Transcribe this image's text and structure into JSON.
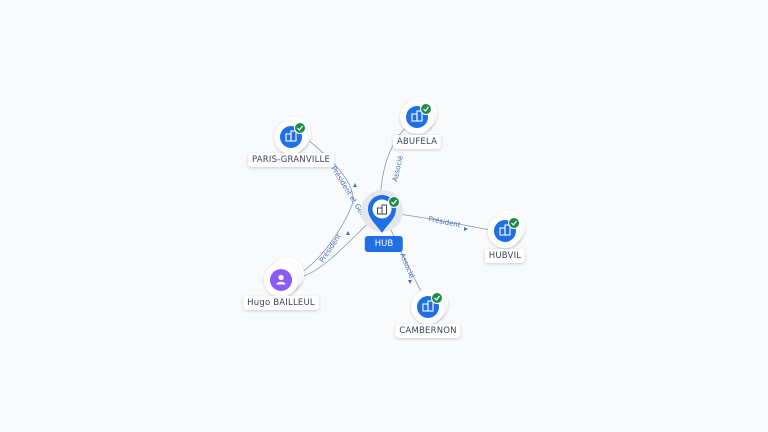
{
  "hub": {
    "label": "HUB"
  },
  "nodes": [
    {
      "id": "paris",
      "label": "PARIS-GRANVILLE",
      "type": "company",
      "verified": true
    },
    {
      "id": "abufela",
      "label": "ABUFELA",
      "type": "company",
      "verified": true
    },
    {
      "id": "hubvil",
      "label": "HUBVIL",
      "type": "company",
      "verified": true
    },
    {
      "id": "cambernon",
      "label": "CAMBERNON",
      "type": "company",
      "verified": true
    },
    {
      "id": "hugo",
      "label": "Hugo BAILLEUL",
      "type": "person",
      "verified": false
    }
  ],
  "edges": [
    {
      "from": "hugo",
      "to": "paris",
      "label": "Président et Gérant"
    },
    {
      "from": "hugo",
      "to": "hub",
      "label": "Président"
    },
    {
      "from": "hub",
      "to": "abufela",
      "label": "Associé"
    },
    {
      "from": "hub",
      "to": "hubvil",
      "label": "Président"
    },
    {
      "from": "hub",
      "to": "cambernon",
      "label": "Associé"
    }
  ],
  "colors": {
    "company": "#1f6fe5",
    "person": "#8b5cf6",
    "verified": "#1e8a4c",
    "edge": "#8d96a8",
    "edge_label": "#4a6fb8"
  },
  "icons": {
    "company": "building-icon",
    "person": "person-icon",
    "verified": "check-badge-icon"
  }
}
